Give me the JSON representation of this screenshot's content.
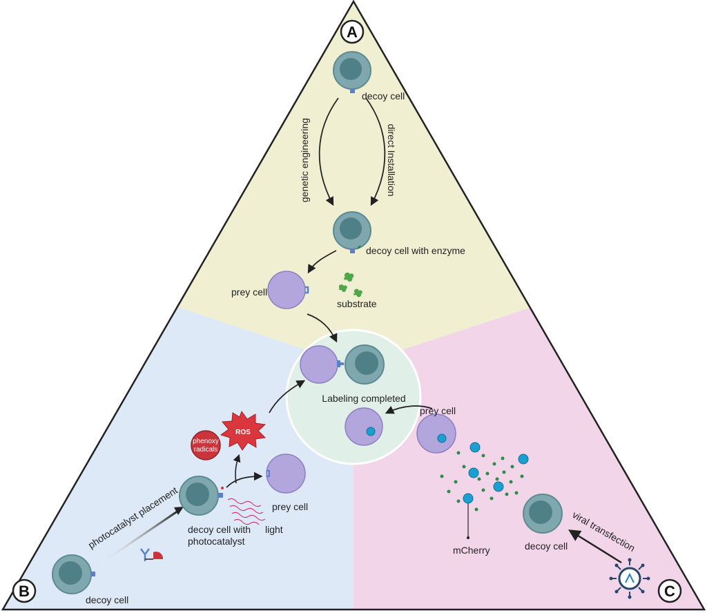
{
  "panels": {
    "a": "A",
    "b": "B",
    "c": "C"
  },
  "colors": {
    "panel_a": "#f1efd1",
    "panel_b": "#dde9f6",
    "panel_c": "#f3d5ea",
    "center": "#e1efe9",
    "decoy_outer": "#7fa7ae",
    "decoy_inner": "#4f8088",
    "prey": "#b3a6dc",
    "ros": "#d9363e",
    "radicals": "#c9353a",
    "mcherry": "#1a9fd0"
  },
  "text": {
    "decoy_cell_top": "decoy cell",
    "genetic_engineering": "genetic engineering",
    "direct_installation": "direct Installation",
    "decoy_cell_with_enzyme": "decoy cell with enzyme",
    "prey_cell_a": "prey cell",
    "substrate": "substrate",
    "labeling_completed": "Labeling completed",
    "ros": "ROS",
    "phenoxy": "phenoxy",
    "radicals": "radicals",
    "photocatalyst_placement": "photocatalyst placement",
    "decoy_cell_with": "decoy cell with",
    "photocatalyst": "photocatalyst",
    "prey_cell_b": "prey cell",
    "light": "light",
    "decoy_cell_b": "decoy cell",
    "prey_cell_c": "prey cell",
    "mcherry": "mCherry",
    "decoy_cell_c": "decoy cell",
    "viral_transfection": "viral transfection"
  }
}
